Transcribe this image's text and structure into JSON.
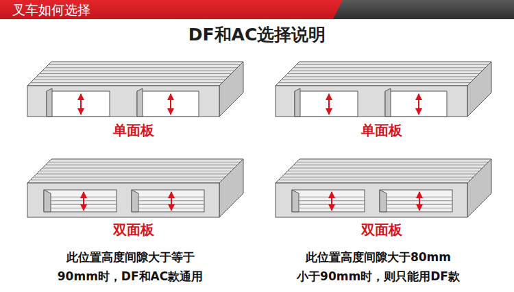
{
  "diagram": {
    "title": "DF和AC选择说明",
    "nodes": [
      {
        "text": [
          "叉车如何选择"
        ]
      }
    ],
    "labels": [
      "单面板",
      "单面板",
      "双面板",
      "双面板",
      "此位置高度间隙大于等于",
      "90mm时，DF和AC款通用",
      "此位置高度间隙大于80mm",
      "小于90mm时，则只能用DF款"
    ]
  }
}
